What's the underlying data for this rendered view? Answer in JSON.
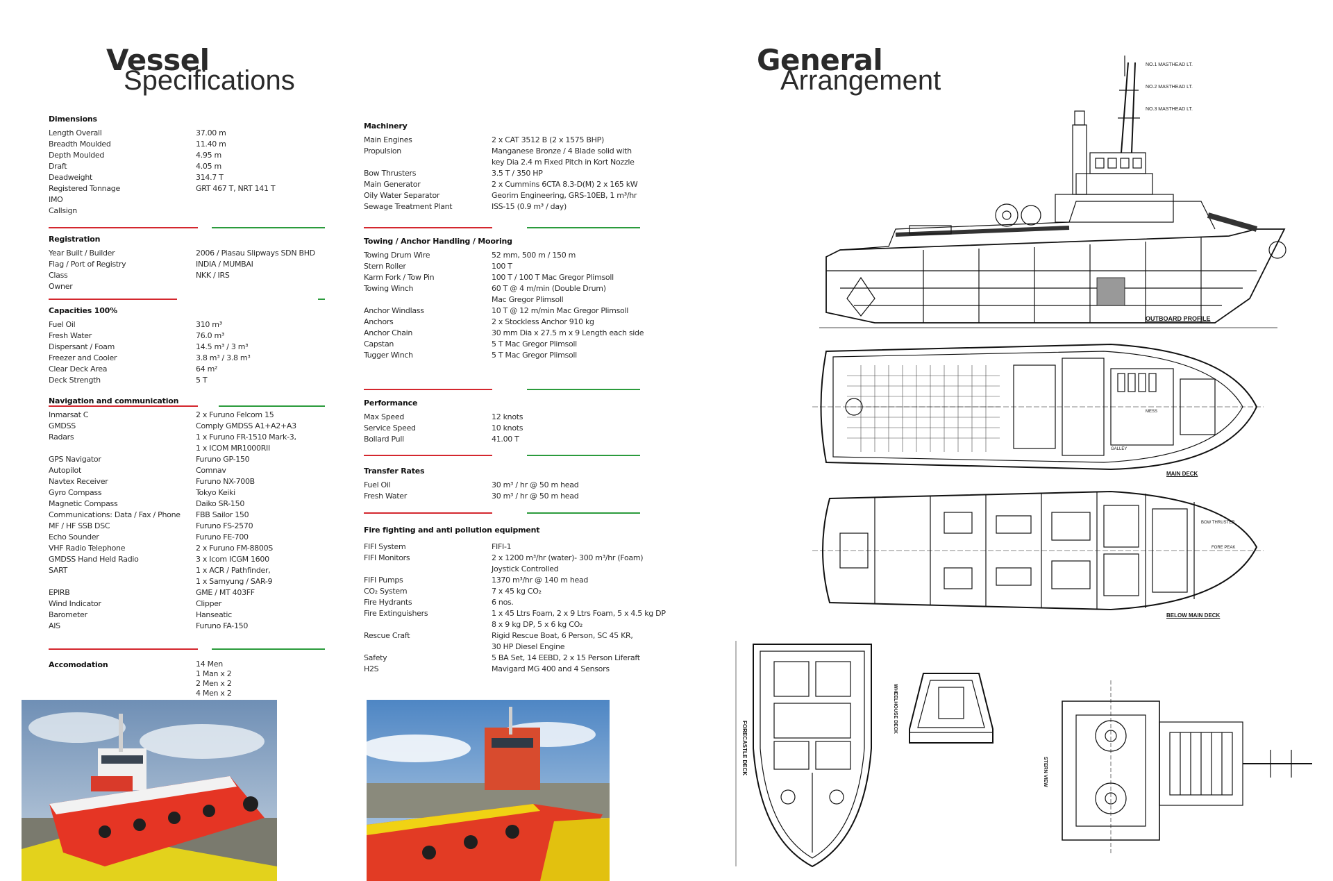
{
  "left_title": {
    "bold": "Vessel",
    "light": "Specifications"
  },
  "right_title": {
    "bold": "General",
    "light": "Arrangement"
  },
  "dimensions": {
    "heading": "Dimensions",
    "rows": [
      {
        "label": "Length Overall",
        "value": "37.00 m"
      },
      {
        "label": "Breadth Moulded",
        "value": "11.40 m"
      },
      {
        "label": "Depth Moulded",
        "value": "4.95 m"
      },
      {
        "label": "Draft",
        "value": "4.05 m"
      },
      {
        "label": "Deadweight",
        "value": "314.7 T"
      },
      {
        "label": "Registered Tonnage",
        "value": "GRT 467 T, NRT 141 T"
      },
      {
        "label": "IMO",
        "value": ""
      },
      {
        "label": "Callsign",
        "value": ""
      }
    ]
  },
  "registration": {
    "heading": "Registration",
    "rows": [
      {
        "label": "Year Built / Builder",
        "value": "2006 / Piasau Slipways SDN BHD"
      },
      {
        "label": "Flag / Port of Registry",
        "value": "INDIA / MUMBAI"
      },
      {
        "label": "Class",
        "value": "NKK / IRS"
      },
      {
        "label": "Owner",
        "value": ""
      }
    ]
  },
  "capacities": {
    "heading": "Capacities 100%",
    "rows": [
      {
        "label": "Fuel Oil",
        "value": "310 m³"
      },
      {
        "label": "Fresh Water",
        "value": "76.0 m³"
      },
      {
        "label": "Dispersant / Foam",
        "value": "14.5 m³ / 3 m³"
      },
      {
        "label": "Freezer and Cooler",
        "value": "3.8 m³ / 3.8 m³"
      },
      {
        "label": "Clear Deck Area",
        "value": "64 m²"
      },
      {
        "label": "Deck Strength",
        "value": "5 T"
      }
    ]
  },
  "navigation": {
    "heading": "Navigation and communication",
    "rows": [
      {
        "label": "Inmarsat C",
        "value": [
          "2 x Furuno Felcom 15"
        ]
      },
      {
        "label": "GMDSS",
        "value": [
          "Comply GMDSS A1+A2+A3"
        ]
      },
      {
        "label": "Radars",
        "value": [
          "1 x Furuno FR-1510 Mark-3,",
          "1 x ICOM MR1000RII"
        ]
      },
      {
        "label": "GPS Navigator",
        "value": [
          "Furuno GP-150"
        ]
      },
      {
        "label": "Autopilot",
        "value": [
          "Comnav"
        ]
      },
      {
        "label": "Navtex Receiver",
        "value": [
          "Furuno NX-700B"
        ]
      },
      {
        "label": "Gyro Compass",
        "value": [
          "Tokyo Keiki"
        ]
      },
      {
        "label": "Magnetic  Compass",
        "value": [
          "Daiko SR-150"
        ]
      },
      {
        "label": "Communications: Data / Fax / Phone",
        "value": [
          "FBB Sailor 150"
        ]
      },
      {
        "label": "MF / HF SSB DSC",
        "value": [
          "Furuno FS-2570"
        ]
      },
      {
        "label": "Echo Sounder",
        "value": [
          "Furuno FE-700"
        ]
      },
      {
        "label": "VHF Radio Telephone",
        "value": [
          "2 x Furuno FM-8800S"
        ]
      },
      {
        "label": "GMDSS Hand Held Radio",
        "value": [
          "3 x Icom ICGM 1600"
        ]
      },
      {
        "label": "SART",
        "value": [
          "1 x ACR / Pathfinder,",
          "1 x Samyung / SAR-9"
        ]
      },
      {
        "label": "EPIRB",
        "value": [
          "GME / MT 403FF"
        ]
      },
      {
        "label": "Wind Indicator",
        "value": [
          "Clipper"
        ]
      },
      {
        "label": "Barometer",
        "value": [
          "Hanseatic"
        ]
      },
      {
        "label": "AIS",
        "value": [
          "Furuno FA-150"
        ]
      }
    ]
  },
  "accommodation": {
    "heading": "Accomodation",
    "value": [
      "14 Men",
      "1 Man x 2",
      "2 Men x 2",
      "4 Men x 2"
    ]
  },
  "machinery": {
    "heading": "Machinery",
    "rows": [
      {
        "label": "Main Engines",
        "value": [
          "2 x CAT 3512 B (2 x 1575 BHP)"
        ]
      },
      {
        "label": "Propulsion",
        "value": [
          "Manganese Bronze / 4 Blade solid with",
          "key Dia 2.4 m Fixed Pitch in Kort Nozzle"
        ]
      },
      {
        "label": "Bow Thrusters",
        "value": [
          "3.5 T / 350 HP"
        ]
      },
      {
        "label": "Main Generator",
        "value": [
          "2 x Cummins 6CTA 8.3-D(M) 2 x 165 kW"
        ]
      },
      {
        "label": "Oily Water Separator",
        "value": [
          "Georim Engineering, GRS-10EB, 1 m³/hr"
        ]
      },
      {
        "label": "Sewage Treatment Plant",
        "value": [
          "ISS-15 (0.9  m³ / day)"
        ]
      }
    ]
  },
  "towing": {
    "heading": "Towing / Anchor Handling / Mooring",
    "rows": [
      {
        "label": "Towing Drum Wire",
        "value": [
          "52 mm, 500 m / 150 m"
        ]
      },
      {
        "label": "Stern Roller",
        "value": [
          "100 T"
        ]
      },
      {
        "label": "Karm Fork / Tow Pin",
        "value": [
          "100 T / 100 T Mac Gregor Plimsoll"
        ]
      },
      {
        "label": "Towing Winch",
        "value": [
          "60 T @ 4 m/min (Double Drum)",
          "Mac Gregor Plimsoll"
        ]
      },
      {
        "label": "Anchor Windlass",
        "value": [
          "10 T @ 12 m/min Mac Gregor Plimsoll"
        ]
      },
      {
        "label": "Anchors",
        "value": [
          "2 x Stockless Anchor 910 kg"
        ]
      },
      {
        "label": "Anchor Chain",
        "value": [
          "30 mm Dia x 27.5 m x 9 Length each side"
        ]
      },
      {
        "label": "Capstan",
        "value": [
          "5 T Mac Gregor Plimsoll"
        ]
      },
      {
        "label": "Tugger Winch",
        "value": [
          "5 T Mac Gregor Plimsoll"
        ]
      }
    ]
  },
  "performance": {
    "heading": "Performance",
    "rows": [
      {
        "label": "Max Speed",
        "value": [
          "12 knots"
        ]
      },
      {
        "label": "Service Speed",
        "value": [
          "10 knots"
        ]
      },
      {
        "label": "Bollard Pull",
        "value": [
          "41.00 T"
        ]
      }
    ]
  },
  "transfer": {
    "heading": "Transfer Rates",
    "rows": [
      {
        "label": "Fuel Oil",
        "value": [
          "30 m³ / hr @ 50 m head"
        ]
      },
      {
        "label": "Fresh Water",
        "value": [
          "30 m³ / hr @ 50 m head"
        ]
      }
    ]
  },
  "fifi": {
    "heading": "Fire fighting and anti pollution equipment",
    "rows": [
      {
        "label": "FIFI System",
        "value": [
          "FIFI-1"
        ]
      },
      {
        "label": "FIFI Monitors",
        "value": [
          "2 x 1200 m³/hr (water)- 300 m³/hr (Foam)",
          "Joystick Controlled"
        ]
      },
      {
        "label": "FIFI Pumps",
        "value": [
          "1370 m³/hr @ 140 m head"
        ]
      },
      {
        "label": "CO₂ System",
        "value": [
          "7 x 45 kg CO₂"
        ]
      },
      {
        "label": "Fire Hydrants",
        "value": [
          "6 nos."
        ]
      },
      {
        "label": "Fire Extinguishers",
        "value": [
          "1 x 45 Ltrs Foam, 2 x 9 Ltrs Foam, 5 x 4.5 kg DP",
          "8 x 9 kg DP, 5 x 6 kg CO₂"
        ]
      },
      {
        "label": "Rescue Craft",
        "value": [
          "Rigid Rescue Boat, 6 Person, SC 45 KR,",
          "30 HP Diesel Engine"
        ]
      },
      {
        "label": "Safety",
        "value": [
          "5 BA Set, 14 EEBD, 2 x 15 Person Liferaft"
        ]
      },
      {
        "label": "H2S",
        "value": [
          "Mavigard MG 400 and 4 Sensors"
        ]
      }
    ]
  },
  "drawing_labels": {
    "outboard": "OUTBOARD PROFILE",
    "main_deck": "MAIN DECK",
    "below_main": "BELOW MAIN DECK",
    "forecastle": "FORECASTLE DECK",
    "wheelhouse": "WHEELHOUSE DECK",
    "stern_view": "STERN VIEW",
    "fore_peak": "FORE PEAK",
    "bow_thruster": "BOW THRUSTER",
    "mess": "MESS",
    "galley": "GALLEY",
    "no1_masthead": "NO.1 MASTHEAD LT.",
    "no2_masthead": "NO.2 MASTHEAD LT.",
    "no3_masthead": "NO.3 MASTHEAD LT."
  },
  "colors": {
    "red": "#d4272e",
    "green": "#2b9b3c",
    "title": "#2a2a2a"
  }
}
